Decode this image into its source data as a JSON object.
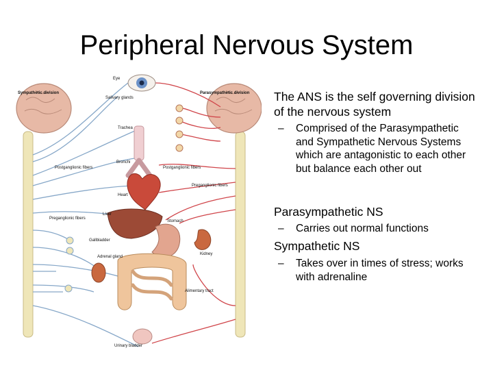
{
  "slide": {
    "title": "Peripheral Nervous System"
  },
  "figure": {
    "labels": {
      "sympathetic_division": "Sympathetic division",
      "parasympathetic_division": "Parasympathetic division",
      "eye": "Eye",
      "salivary_glands": "Salivary glands",
      "trachea": "Trachea",
      "bronchi": "Bronchi",
      "heart": "Heart",
      "liver": "Liver",
      "stomach": "Stomach",
      "gallbladder": "Gallbladder",
      "adrenal_gland": "Adrenal gland",
      "kidney": "Kidney",
      "alimentary_tract": "Alimentary tract",
      "urinary_bladder": "Urinary bladder",
      "postganglionic_fibers_left": "Postganglionic fibers",
      "preganglionic_fibers_left": "Preganglionic fibers",
      "postganglionic_fibers_right": "Postganglionic fibers",
      "preganglionic_fibers_right": "Preganglionic fibers"
    },
    "colors": {
      "brain": "#e7b9a6",
      "spine": "#efe6b8",
      "sympathetic_nerve": "#86a7c8",
      "parasympathetic_nerve": "#d0454a",
      "liver": "#9c4a36",
      "stomach": "#e2a58f",
      "intestine": "#efc59c",
      "heart": "#c94a3a",
      "kidney": "#c9683f"
    }
  },
  "bullets": {
    "b1": "The ANS is the self governing division of the nervous system",
    "b1_sub": "Comprised of the Parasympathetic and Sympathetic Nervous Systems which are antagonistic to each other but balance each other out",
    "b2": "Parasympathetic NS",
    "b2_sub": "Carries out normal functions",
    "b3": "Sympathetic NS",
    "b3_sub": "Takes over in times of stress; works with adrenaline",
    "dash": "–"
  }
}
